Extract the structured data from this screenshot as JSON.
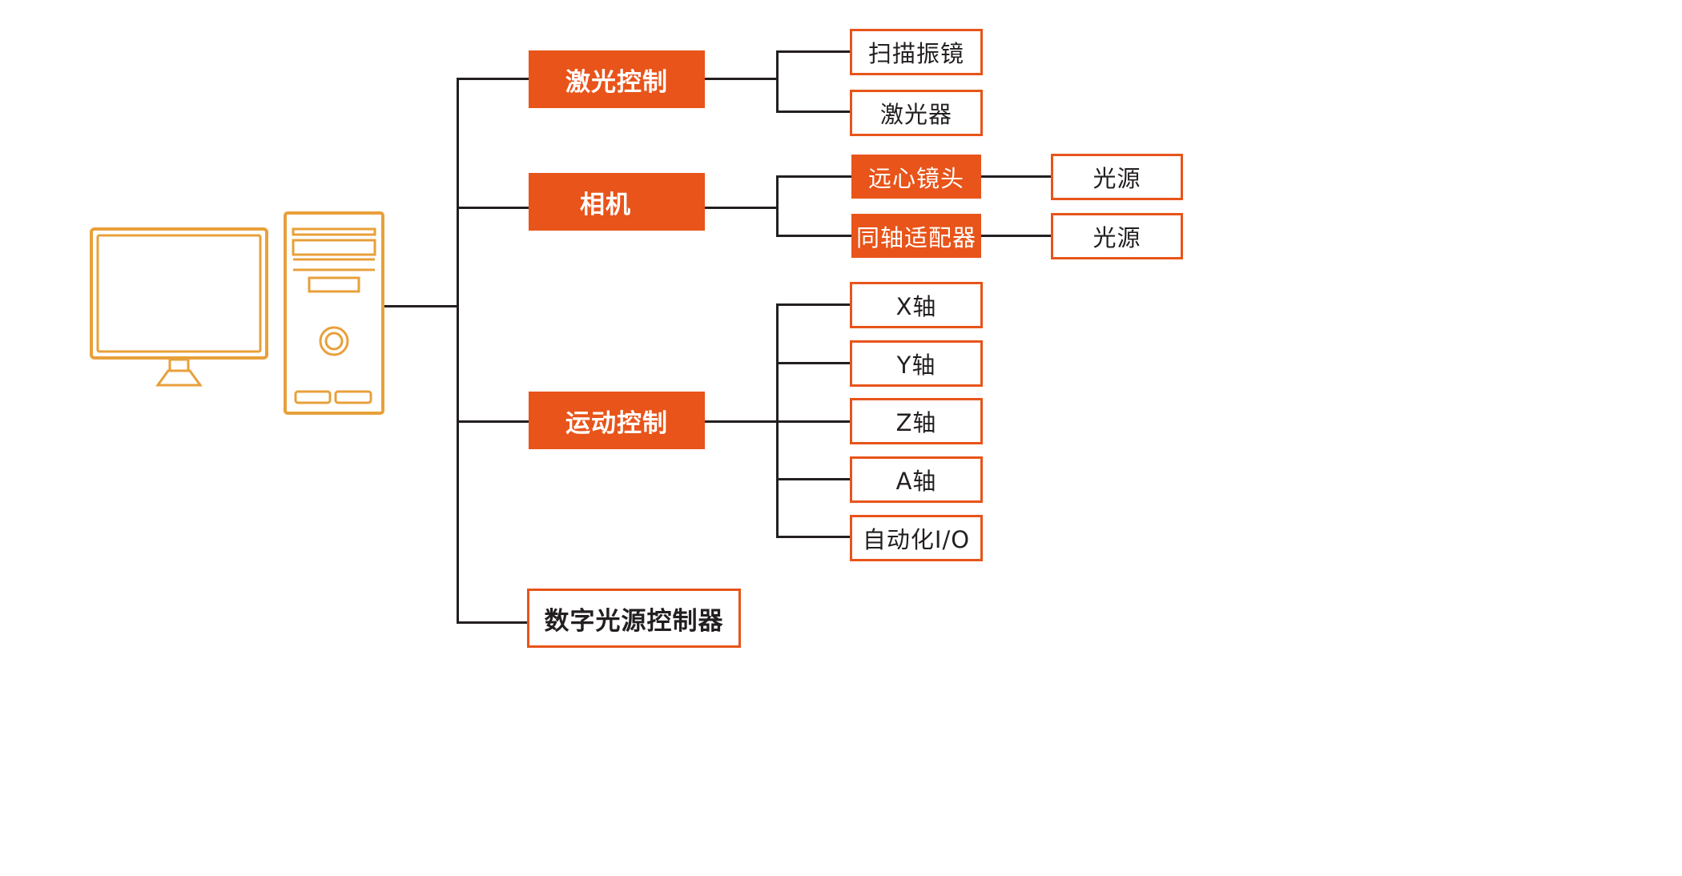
{
  "colors": {
    "accent": "#e8541a",
    "icon_stroke": "#e8a03a",
    "line": "#231f20"
  },
  "icons": {
    "monitor": "monitor-icon",
    "tower": "computer-tower-icon"
  },
  "nodes": {
    "laser_control": "激光控制",
    "scan_galvo": "扫描振镜",
    "laser": "激光器",
    "camera": "相机",
    "telecentric_lens": "远心镜头",
    "light_source_1": "光源",
    "coaxial_adapter": "同轴适配器",
    "light_source_2": "光源",
    "motion_control": "运动控制",
    "x_axis": "X轴",
    "y_axis": "Y轴",
    "z_axis": "Z轴",
    "a_axis": "A轴",
    "auto_io": "自动化I/O",
    "digital_light_controller": "数字光源控制器"
  }
}
